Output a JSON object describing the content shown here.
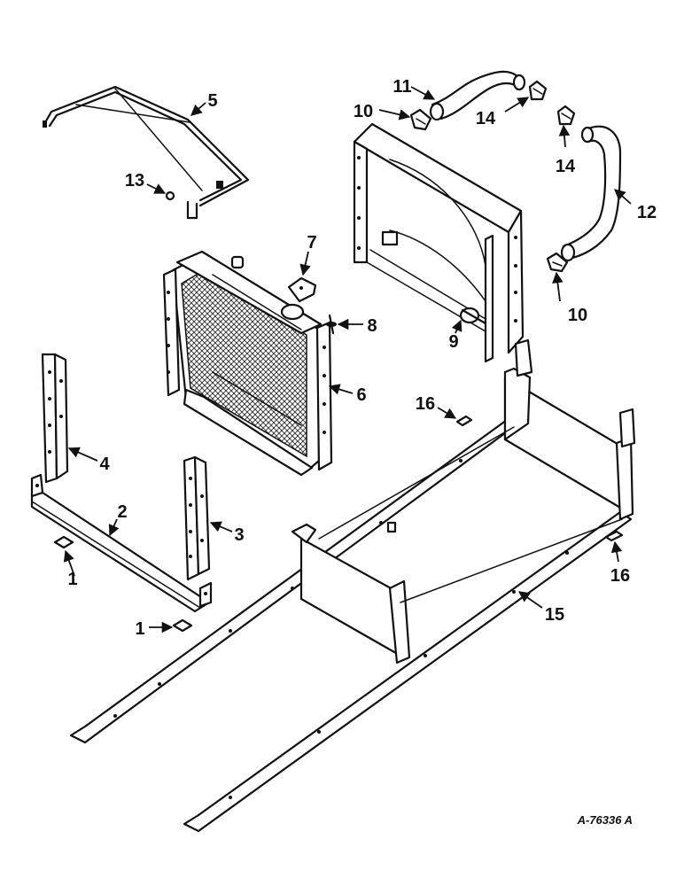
{
  "drawing": {
    "reference_number": "A-76336 A"
  },
  "callouts": [
    {
      "id": "c1a",
      "label": "1"
    },
    {
      "id": "c1b",
      "label": "1"
    },
    {
      "id": "c2",
      "label": "2"
    },
    {
      "id": "c3",
      "label": "3"
    },
    {
      "id": "c4",
      "label": "4"
    },
    {
      "id": "c5",
      "label": "5"
    },
    {
      "id": "c6",
      "label": "6"
    },
    {
      "id": "c7",
      "label": "7"
    },
    {
      "id": "c8",
      "label": "8"
    },
    {
      "id": "c9",
      "label": "9"
    },
    {
      "id": "c10a",
      "label": "10"
    },
    {
      "id": "c10b",
      "label": "10"
    },
    {
      "id": "c11",
      "label": "11"
    },
    {
      "id": "c12",
      "label": "12"
    },
    {
      "id": "c13",
      "label": "13"
    },
    {
      "id": "c14a",
      "label": "14"
    },
    {
      "id": "c14b",
      "label": "14"
    },
    {
      "id": "c15",
      "label": "15"
    },
    {
      "id": "c16a",
      "label": "16"
    },
    {
      "id": "c16b",
      "label": "16"
    }
  ]
}
